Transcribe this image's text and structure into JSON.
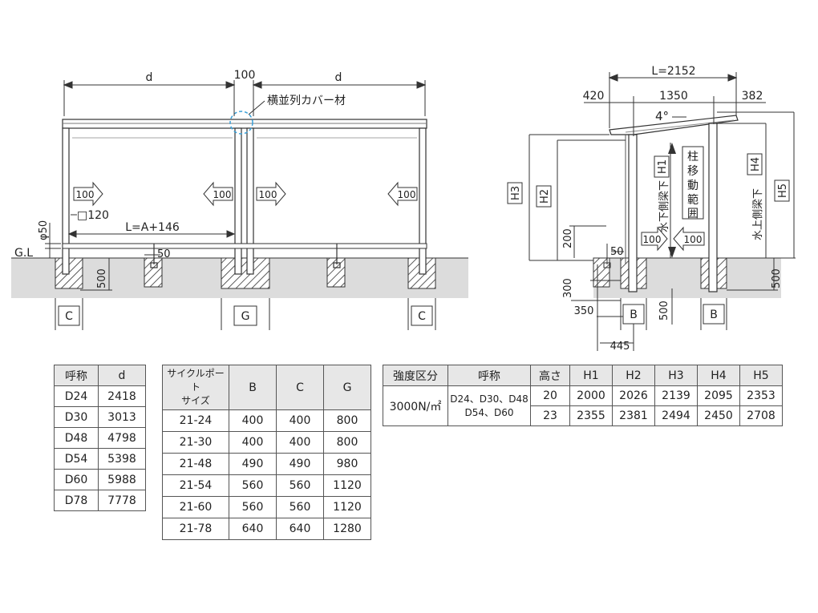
{
  "front_view": {
    "dim_d_left": "d",
    "dim_100": "100",
    "dim_d_right": "d",
    "callout_cover": "横並列カバー材",
    "arrows": [
      "100",
      "100",
      "100",
      "100"
    ],
    "post_size": "□120",
    "dim_L": "L=A+146",
    "dim_50": "50",
    "dim_phi50": "φ50",
    "ground_label": "G.L",
    "dim_500": "500",
    "foundations": [
      "C",
      "G",
      "C"
    ]
  },
  "side_view": {
    "dim_L": "L=2152",
    "dim_420": "420",
    "dim_1350": "1350",
    "dim_382": "382",
    "slope": "4°",
    "H1": "H1",
    "H2": "H2",
    "H3": "H3",
    "H4": "H4",
    "H5": "H5",
    "low_side": "水下側梁下",
    "high_side": "水上側梁下",
    "post_move_range": "柱移動範囲",
    "dim_200": "200",
    "dim_50": "50",
    "arrows": [
      "100",
      "100"
    ],
    "dim_300": "300",
    "dim_350": "350",
    "dim_500_left": "500",
    "dim_500_right": "500",
    "dim_445": "445",
    "foundations": [
      "B",
      "B"
    ]
  },
  "table_d": {
    "headers": [
      "呼称",
      "d"
    ],
    "rows": [
      [
        "D24",
        "2418"
      ],
      [
        "D30",
        "3013"
      ],
      [
        "D48",
        "4798"
      ],
      [
        "D54",
        "5398"
      ],
      [
        "D60",
        "5988"
      ],
      [
        "D78",
        "7778"
      ]
    ]
  },
  "table_bcg": {
    "header_line1": "サイクルポート",
    "header_line2": "サイズ",
    "headers": [
      "B",
      "C",
      "G"
    ],
    "rows": [
      [
        "21-24",
        "400",
        "400",
        "800"
      ],
      [
        "21-30",
        "400",
        "400",
        "800"
      ],
      [
        "21-48",
        "490",
        "490",
        "980"
      ],
      [
        "21-54",
        "560",
        "560",
        "1120"
      ],
      [
        "21-60",
        "560",
        "560",
        "1120"
      ],
      [
        "21-78",
        "640",
        "640",
        "1280"
      ]
    ]
  },
  "table_h": {
    "headers": [
      "強度区分",
      "呼称",
      "高さ",
      "H1",
      "H2",
      "H3",
      "H4",
      "H5"
    ],
    "strength": "3000N/㎡",
    "names_line1": "D24、D30、D48",
    "names_line2": "D54、D60",
    "rows": [
      [
        "20",
        "2000",
        "2026",
        "2139",
        "2095",
        "2353"
      ],
      [
        "23",
        "2355",
        "2381",
        "2494",
        "2450",
        "2708"
      ]
    ]
  }
}
